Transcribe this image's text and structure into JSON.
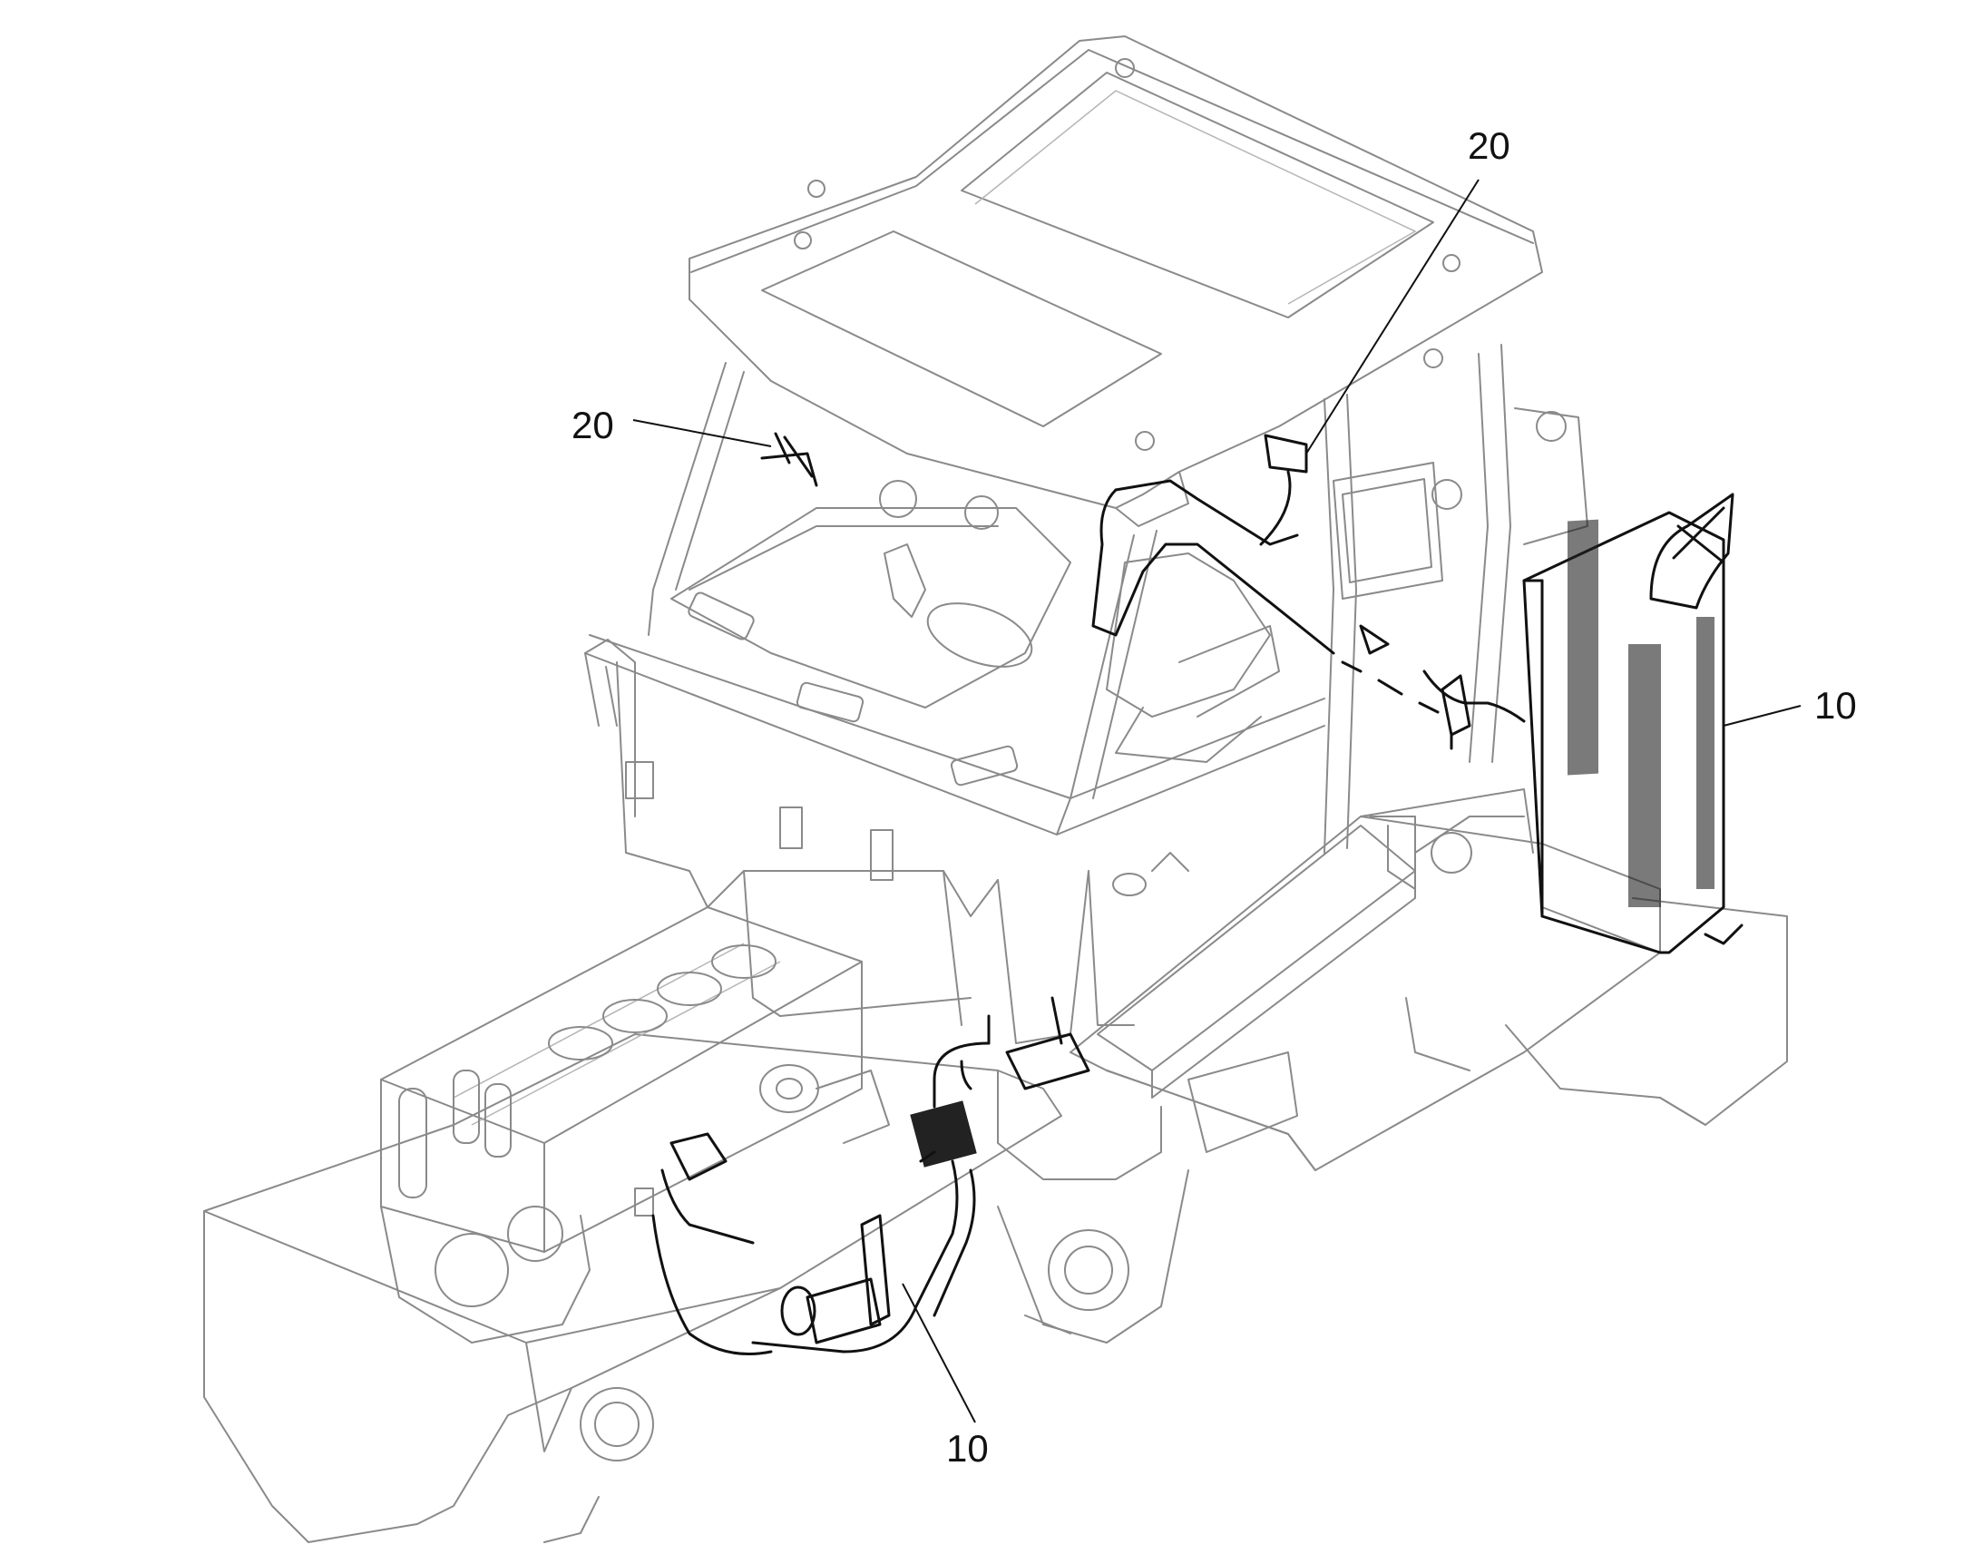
{
  "callouts": {
    "top_20": "20",
    "left_20": "20",
    "right_10": "10",
    "bottom_10": "10"
  },
  "colors": {
    "background": "#ffffff",
    "outline": "#8a8a8a",
    "highlight": "#111111"
  }
}
